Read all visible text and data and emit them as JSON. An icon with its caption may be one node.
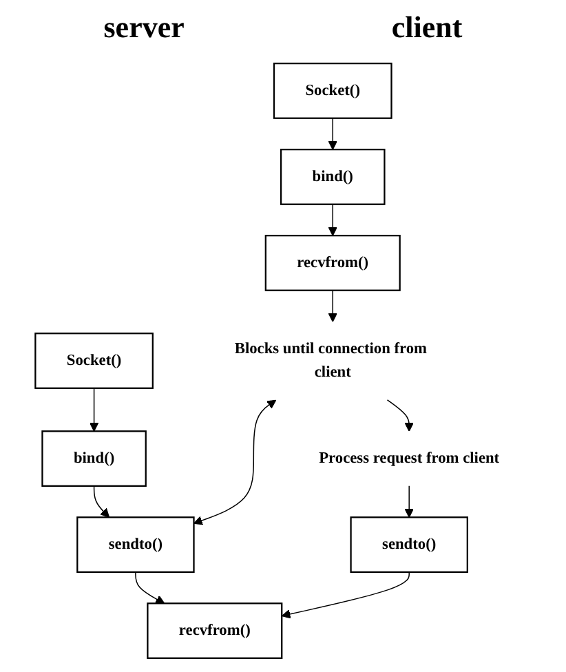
{
  "diagram": {
    "nodes": [
      {
        "text": [
          "Socket()"
        ]
      },
      {
        "text": [
          "bind()"
        ]
      },
      {
        "text": [
          "recvfrom()"
        ]
      },
      {
        "text": [
          "Blocks until connection from client"
        ]
      },
      {
        "text": [
          "Process request from client"
        ]
      },
      {
        "text": [
          "sendto()"
        ]
      },
      {
        "text": [
          "Socket()"
        ]
      },
      {
        "text": [
          "bind()"
        ]
      },
      {
        "text": [
          "sendto()"
        ]
      },
      {
        "text": [
          "recvfrom()"
        ]
      }
    ],
    "edges": [
      {
        "from": 0,
        "to": 1,
        "arrow": "to"
      },
      {
        "from": 1,
        "to": 2,
        "arrow": "to"
      },
      {
        "from": 2,
        "to": 3,
        "arrow": "to"
      },
      {
        "from": 3,
        "to": 4,
        "arrow": "to"
      },
      {
        "from": 4,
        "to": 5,
        "arrow": "to"
      },
      {
        "from": 6,
        "to": 7,
        "arrow": "to"
      },
      {
        "from": 7,
        "to": 8,
        "arrow": "to"
      },
      {
        "from": 3,
        "to": 8,
        "arrow": "both"
      },
      {
        "from": 8,
        "to": 9,
        "arrow": "to"
      },
      {
        "from": 5,
        "to": 9,
        "arrow": "to"
      }
    ],
    "labels": [
      "server",
      "client"
    ]
  }
}
